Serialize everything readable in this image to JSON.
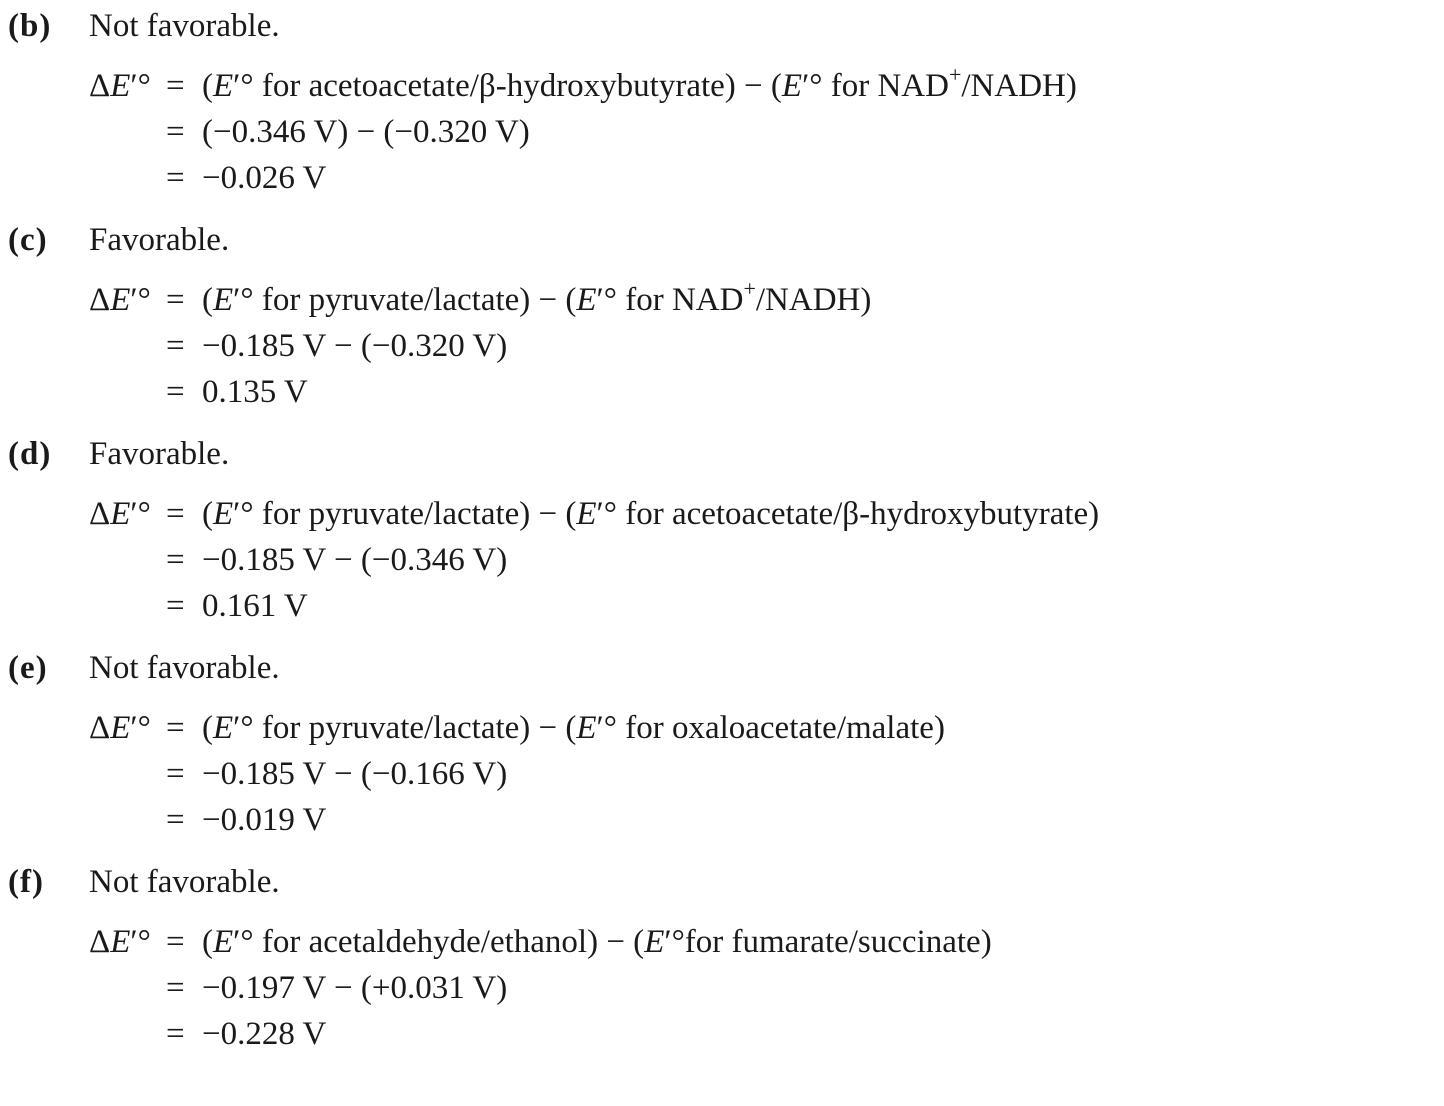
{
  "symbols": {
    "delta_e": "ΔE′°",
    "equals": "=",
    "nad_plus": "NAD+/NADH"
  },
  "parts": [
    {
      "label": "(b)",
      "verdict": "Not favorable.",
      "lhs": "ΔE′°",
      "lines": [
        "(E′° for acetoacetate/β-hydroxybutyrate) − (E′° for NAD+/NADH)",
        "(−0.346 V) − (−0.320 V)",
        "−0.026 V"
      ]
    },
    {
      "label": "(c)",
      "verdict": "Favorable.",
      "lhs": "ΔE′°",
      "lines": [
        "(E′° for pyruvate/lactate) − (E′° for NAD+/NADH)",
        "−0.185 V − (−0.320 V)",
        "0.135 V"
      ]
    },
    {
      "label": "(d)",
      "verdict": "Favorable.",
      "lhs": "ΔE′°",
      "lines": [
        "(E′° for pyruvate/lactate) − (E′° for acetoacetate/β-hydroxybutyrate)",
        "−0.185 V − (−0.346 V)",
        "0.161 V"
      ]
    },
    {
      "label": "(e)",
      "verdict": "Not favorable.",
      "lhs": "ΔE′°",
      "lines": [
        "(E′° for pyruvate/lactate) − (E′° for oxaloacetate/malate)",
        "−0.185 V − (−0.166 V)",
        "−0.019 V"
      ]
    },
    {
      "label": "(f)",
      "verdict": "Not favorable.",
      "lhs": "ΔE′°",
      "lines": [
        "(E′° for acetaldehyde/ethanol) − (E′°for fumarate/succinate)",
        "−0.197 V − (+0.031 V)",
        "−0.228 V"
      ]
    }
  ]
}
